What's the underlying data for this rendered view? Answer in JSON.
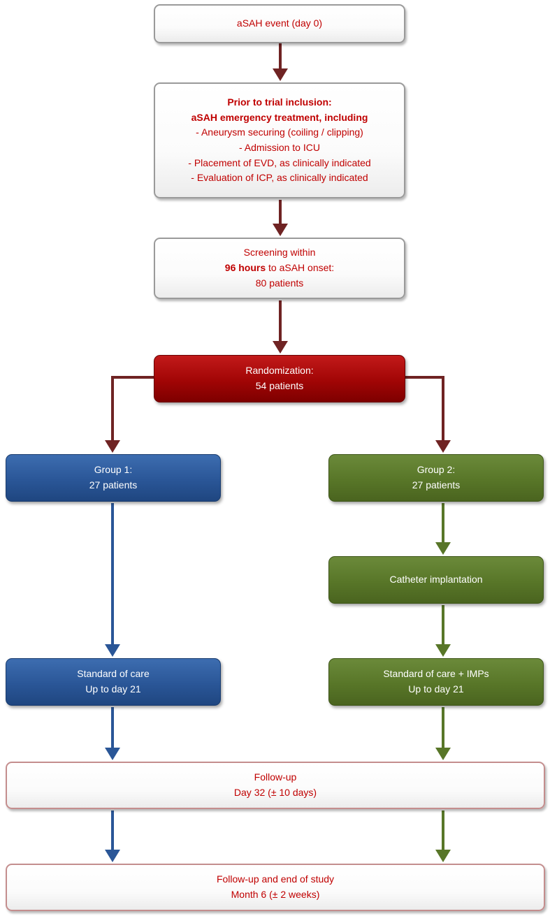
{
  "colors": {
    "dark_red": "#6f2323",
    "blue": "#2a5697",
    "green": "#587628",
    "text_red": "#c00000"
  },
  "nodes": {
    "event": {
      "text": "aSAH event (day 0)"
    },
    "prior": {
      "line1": "Prior to trial inclusion:",
      "line2": "aSAH emergency treatment, including",
      "items": [
        "- Aneurysm securing (coiling / clipping)",
        "- Admission to ICU",
        "- Placement of EVD, as clinically indicated",
        "- Evaluation of ICP, as clinically indicated"
      ]
    },
    "screening": {
      "line1": "Screening within",
      "line2_bold": "96 hours",
      "line2_rest": " to aSAH onset:",
      "line3": "80 patients"
    },
    "randomization": {
      "line1": "Randomization:",
      "line2": "54 patients"
    },
    "group1": {
      "line1": "Group 1:",
      "line2": "27 patients"
    },
    "group2": {
      "line1": "Group 2:",
      "line2": "27 patients"
    },
    "catheter": {
      "text": "Catheter implantation"
    },
    "soc1": {
      "line1": "Standard of care",
      "line2": "Up to day 21"
    },
    "soc2": {
      "line1": "Standard of care + IMPs",
      "line2": "Up to day 21"
    },
    "followup": {
      "line1": "Follow-up",
      "line2": "Day 32 (± 10 days)"
    },
    "end": {
      "line1": "Follow-up and end of study",
      "line2": "Month 6 (± 2 weeks)"
    }
  },
  "edges": [
    {
      "from": "event",
      "to": "prior",
      "color": "dark_red"
    },
    {
      "from": "prior",
      "to": "screening",
      "color": "dark_red"
    },
    {
      "from": "screening",
      "to": "randomization",
      "color": "dark_red"
    },
    {
      "from": "randomization",
      "to": "group1",
      "color": "dark_red"
    },
    {
      "from": "randomization",
      "to": "group2",
      "color": "dark_red"
    },
    {
      "from": "group1",
      "to": "soc1",
      "color": "blue"
    },
    {
      "from": "group2",
      "to": "catheter",
      "color": "green"
    },
    {
      "from": "catheter",
      "to": "soc2",
      "color": "green"
    },
    {
      "from": "soc1",
      "to": "followup",
      "color": "blue"
    },
    {
      "from": "soc2",
      "to": "followup",
      "color": "green"
    },
    {
      "from": "followup",
      "to": "end",
      "color": "blue"
    },
    {
      "from": "followup",
      "to": "end",
      "color": "green"
    }
  ]
}
